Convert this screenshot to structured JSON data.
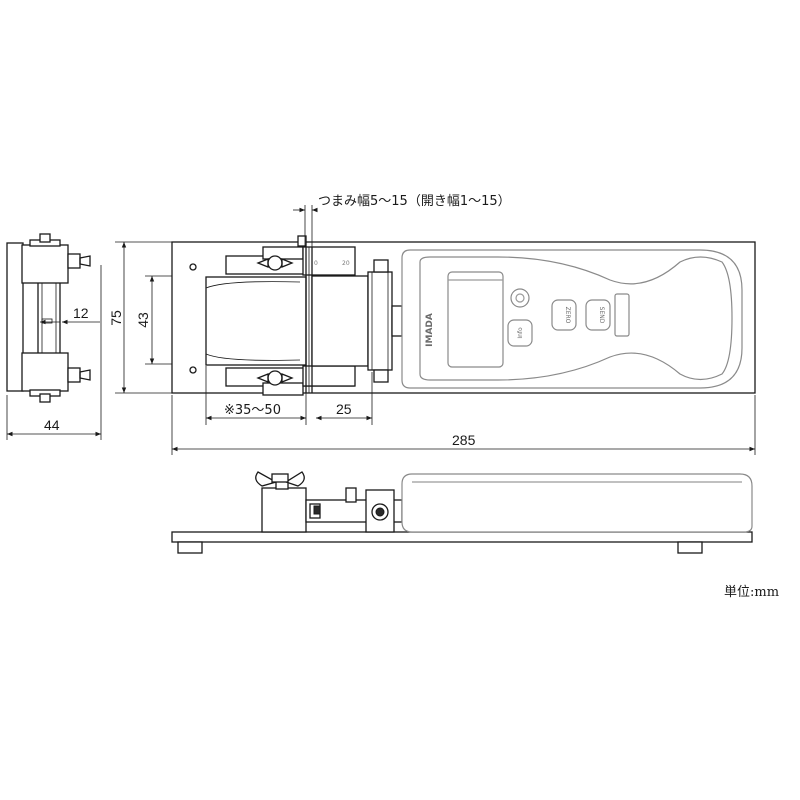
{
  "dimensions": {
    "side_width": "44",
    "gap_12": "12",
    "height_75": "75",
    "height_43": "43",
    "range_35_50": "※35～50",
    "len_25": "25",
    "length_285": "285"
  },
  "annotations": {
    "knob_width": "つまみ幅5～15（開き幅1～15）"
  },
  "device": {
    "buttons": [
      "ZERO",
      "SEND",
      "Info"
    ]
  },
  "unit_label": "単位:mm"
}
